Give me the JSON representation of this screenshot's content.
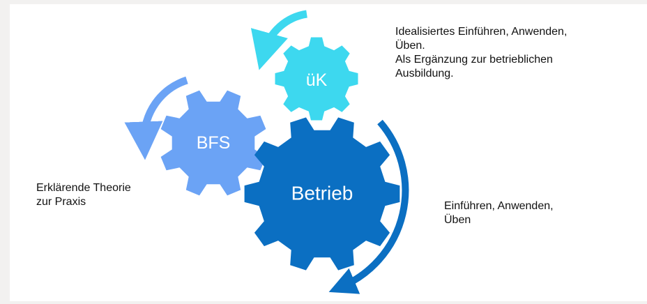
{
  "gears": {
    "uek": {
      "label": "üK",
      "color": "#3dd8ef"
    },
    "bfs": {
      "label": "BFS",
      "color": "#6ba3f5"
    },
    "betrieb": {
      "label": "Betrieb",
      "color": "#0b6fc2"
    }
  },
  "arrows": {
    "uek_color": "#3dd8ef",
    "bfs_color": "#6ba3f5",
    "betrieb_color": "#0b6fc2"
  },
  "notes": {
    "uek": {
      "line1": "Idealisiertes Einführen, Anwenden,",
      "line2": "Üben.",
      "line3": "Als Ergänzung zur betrieblichen",
      "line4": "Ausbildung."
    },
    "bfs": {
      "line1": "Erklärende  Theorie",
      "line2": "zur Praxis"
    },
    "betrieb": {
      "line1": "Einführen, Anwenden,",
      "line2": "Üben"
    }
  }
}
